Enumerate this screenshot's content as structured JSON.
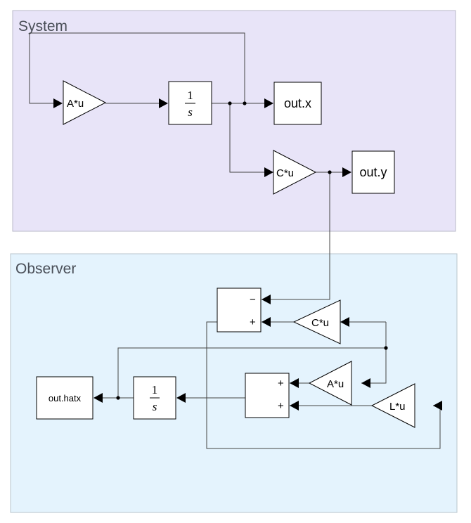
{
  "areas": {
    "system": {
      "label": "System",
      "color": "#e8e4f8"
    },
    "observer": {
      "label": "Observer",
      "color": "#e4f3fd"
    }
  },
  "blocks": {
    "sys_gain_a": "A*u",
    "sys_integrator_num": "1",
    "sys_integrator_den": "s",
    "sys_out_x": "out.x",
    "sys_gain_c": "C*u",
    "sys_out_y": "out.y",
    "obs_sum1_minus": "−",
    "obs_sum1_plus": "+",
    "obs_gain_c": "C*u",
    "obs_out_hatx": "out.hatx",
    "obs_integrator_num": "1",
    "obs_integrator_den": "s",
    "obs_sum2_plus_top": "+",
    "obs_sum2_plus_bottom": "+",
    "obs_gain_a": "A*u",
    "obs_gain_l": "L*u"
  }
}
